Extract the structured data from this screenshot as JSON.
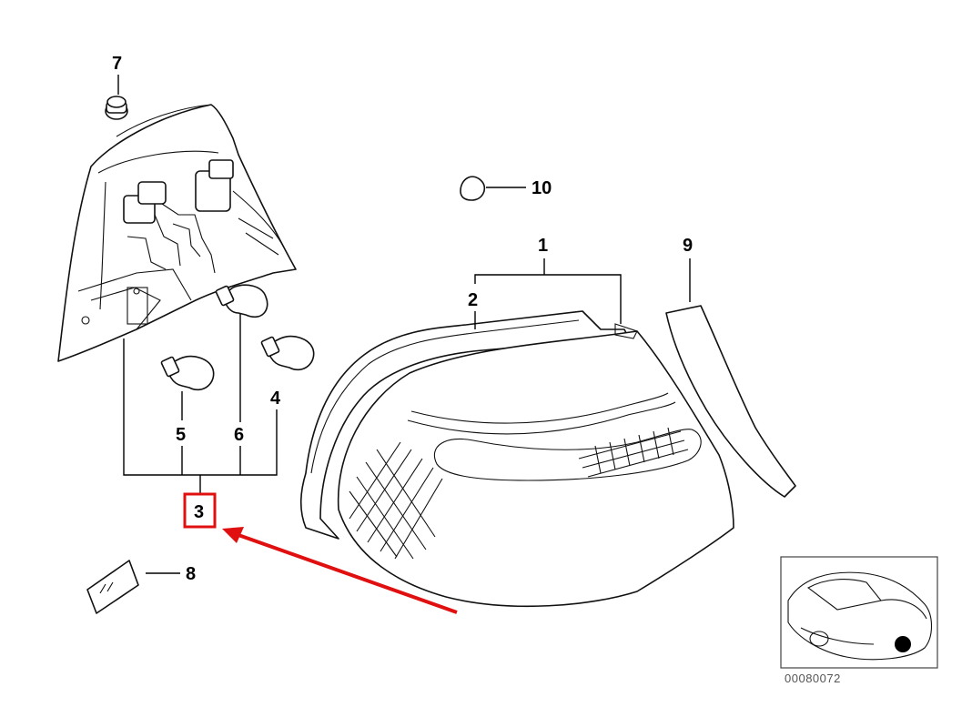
{
  "callouts": {
    "p1": "1",
    "p2": "2",
    "p3": "3",
    "p4": "4",
    "p5": "5",
    "p6": "6",
    "p7": "7",
    "p8": "8",
    "p9": "9",
    "p10": "10"
  },
  "catalog_number": "00080072",
  "highlight": {
    "part": "3",
    "color": "#e01010"
  }
}
